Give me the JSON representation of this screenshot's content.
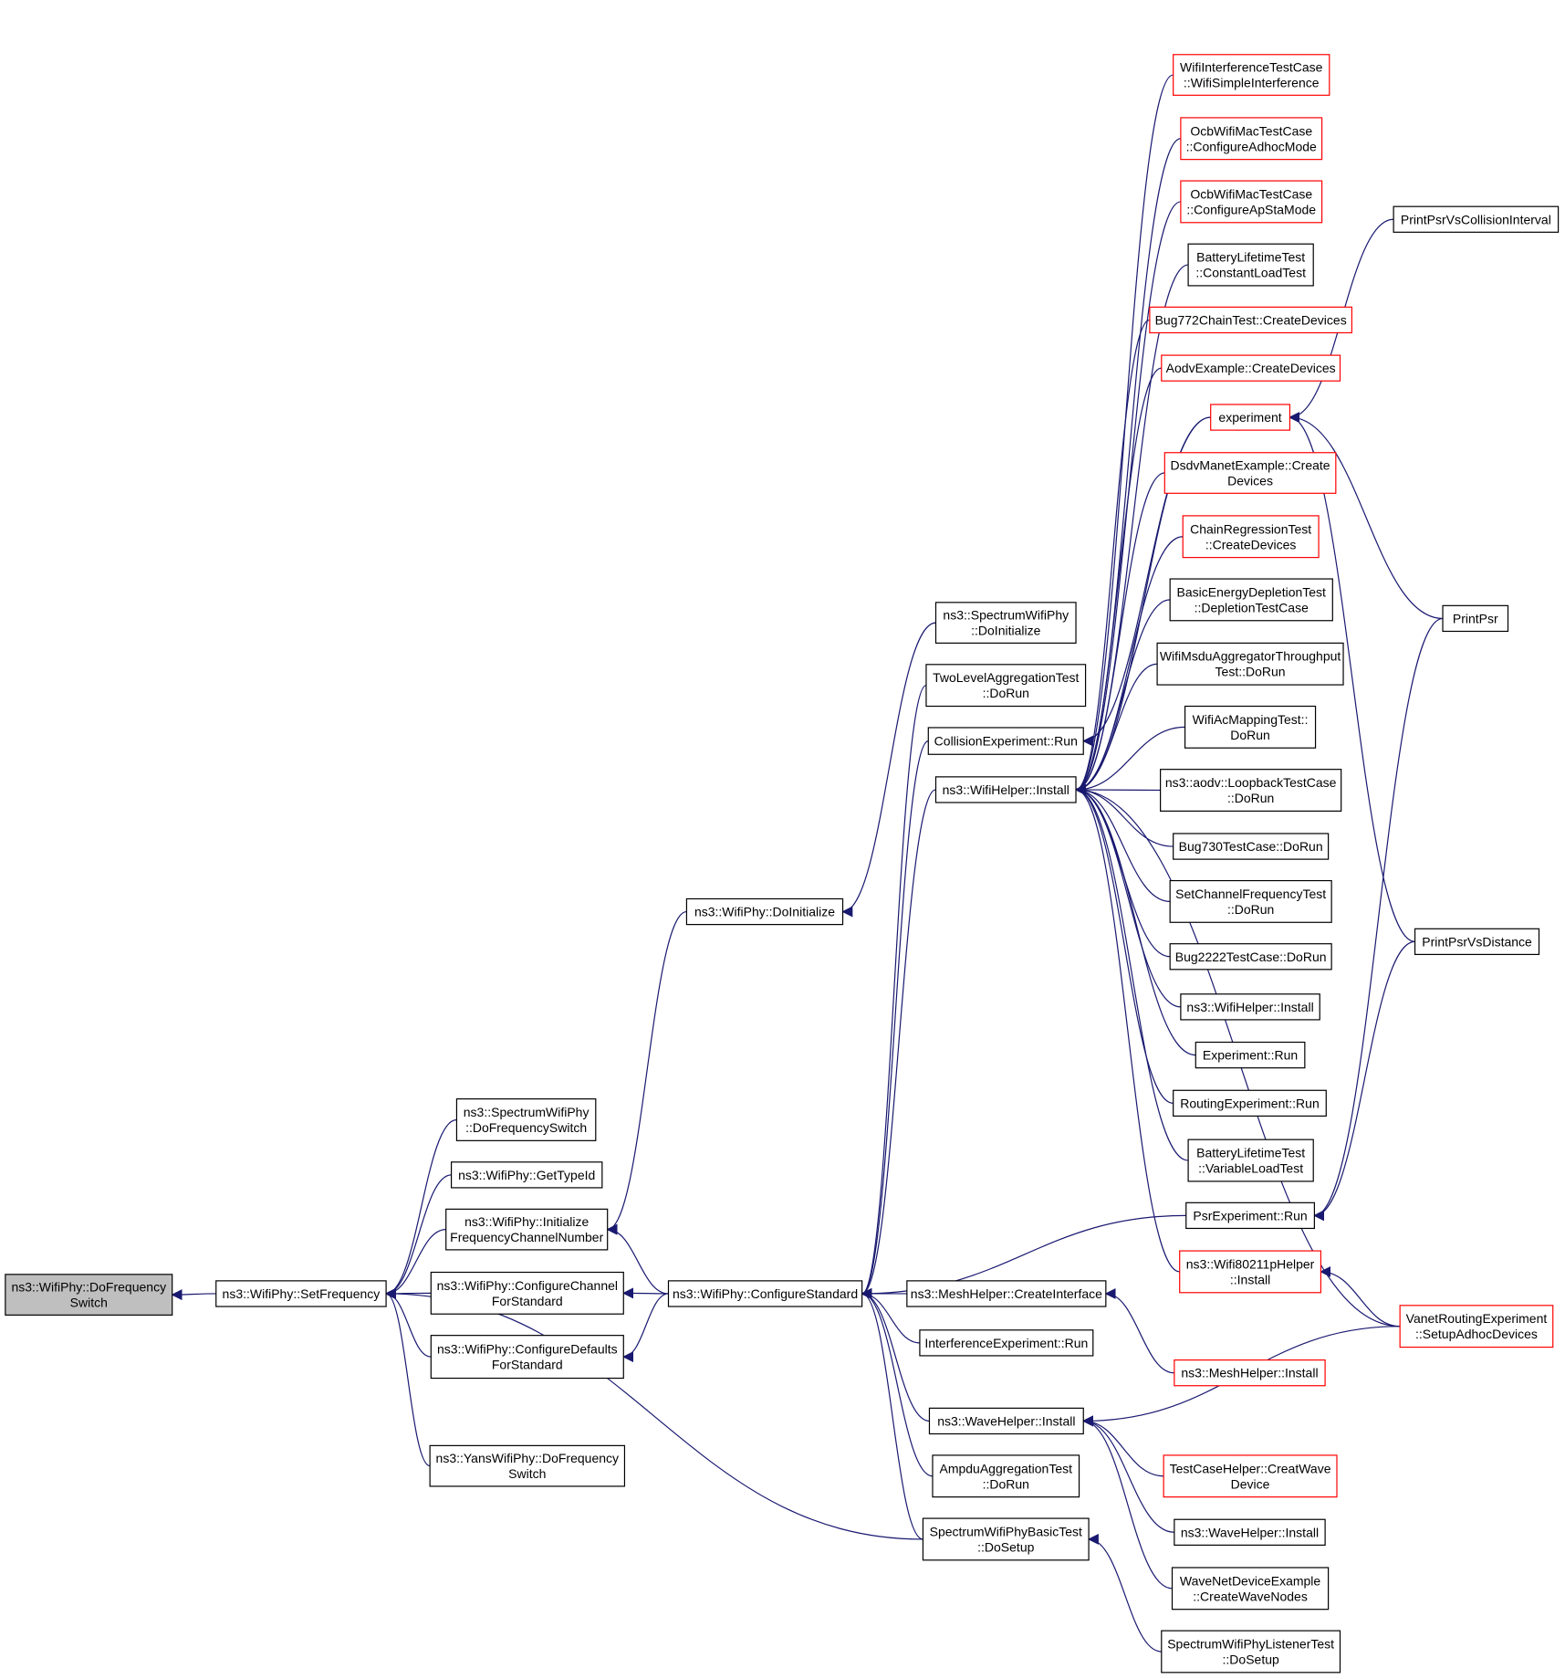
{
  "colors": {
    "edge": "#191970",
    "node_border_black": "#000000",
    "node_border_red": "#ff0000",
    "root_fill": "#bfbfbf",
    "node_fill": "#ffffff"
  },
  "nodes": [
    {
      "id": "root",
      "lines": [
        "ns3::WifiPhy::DoFrequency",
        "Switch"
      ],
      "border": "black",
      "root": true
    },
    {
      "id": "setfreq",
      "lines": [
        "ns3::WifiPhy::SetFrequency"
      ],
      "border": "black"
    },
    {
      "id": "spec_dofs",
      "lines": [
        "ns3::SpectrumWifiPhy",
        "::DoFrequencySwitch"
      ],
      "border": "black"
    },
    {
      "id": "gettypeid",
      "lines": [
        "ns3::WifiPhy::GetTypeId"
      ],
      "border": "black"
    },
    {
      "id": "initfcn",
      "lines": [
        "ns3::WifiPhy::Initialize",
        "FrequencyChannelNumber"
      ],
      "border": "black"
    },
    {
      "id": "confchan",
      "lines": [
        "ns3::WifiPhy::ConfigureChannel",
        "ForStandard"
      ],
      "border": "black"
    },
    {
      "id": "confdef",
      "lines": [
        "ns3::WifiPhy::ConfigureDefaults",
        "ForStandard"
      ],
      "border": "black"
    },
    {
      "id": "yans_dofs",
      "lines": [
        "ns3::YansWifiPhy::DoFrequency",
        "Switch"
      ],
      "border": "black"
    },
    {
      "id": "doinit",
      "lines": [
        "ns3::WifiPhy::DoInitialize"
      ],
      "border": "black"
    },
    {
      "id": "confstd",
      "lines": [
        "ns3::WifiPhy::ConfigureStandard"
      ],
      "border": "black"
    },
    {
      "id": "spec_doinit",
      "lines": [
        "ns3::SpectrumWifiPhy",
        "::DoInitialize"
      ],
      "border": "black"
    },
    {
      "id": "twolevel",
      "lines": [
        "TwoLevelAggregationTest",
        "::DoRun"
      ],
      "border": "black"
    },
    {
      "id": "collexp",
      "lines": [
        "CollisionExperiment::Run"
      ],
      "border": "black"
    },
    {
      "id": "wifihelper",
      "lines": [
        "ns3::WifiHelper::Install"
      ],
      "border": "black"
    },
    {
      "id": "meshcreate",
      "lines": [
        "ns3::MeshHelper::CreateInterface"
      ],
      "border": "black"
    },
    {
      "id": "interfexp",
      "lines": [
        "InterferenceExperiment::Run"
      ],
      "border": "black"
    },
    {
      "id": "wavehelper",
      "lines": [
        "ns3::WaveHelper::Install"
      ],
      "border": "black"
    },
    {
      "id": "ampdu",
      "lines": [
        "AmpduAggregationTest",
        "::DoRun"
      ],
      "border": "black"
    },
    {
      "id": "specbasic",
      "lines": [
        "SpectrumWifiPhyBasicTest",
        "::DoSetup"
      ],
      "border": "black"
    },
    {
      "id": "wifiinterf",
      "lines": [
        "WifiInterferenceTestCase",
        "::WifiSimpleInterference"
      ],
      "border": "red"
    },
    {
      "id": "ocbadhoc",
      "lines": [
        "OcbWifiMacTestCase",
        "::ConfigureAdhocMode"
      ],
      "border": "red"
    },
    {
      "id": "ocbapsta",
      "lines": [
        "OcbWifiMacTestCase",
        "::ConfigureApStaMode"
      ],
      "border": "red"
    },
    {
      "id": "battconst",
      "lines": [
        "BatteryLifetimeTest",
        "::ConstantLoadTest"
      ],
      "border": "black"
    },
    {
      "id": "bug772",
      "lines": [
        "Bug772ChainTest::CreateDevices"
      ],
      "border": "red"
    },
    {
      "id": "aodvex",
      "lines": [
        "AodvExample::CreateDevices"
      ],
      "border": "red"
    },
    {
      "id": "experiment",
      "lines": [
        "experiment"
      ],
      "border": "red"
    },
    {
      "id": "dsdv",
      "lines": [
        "DsdvManetExample::Create",
        "Devices"
      ],
      "border": "red"
    },
    {
      "id": "chainreg",
      "lines": [
        "ChainRegressionTest",
        "::CreateDevices"
      ],
      "border": "red"
    },
    {
      "id": "basicenergy",
      "lines": [
        "BasicEnergyDepletionTest",
        "::DepletionTestCase"
      ],
      "border": "black"
    },
    {
      "id": "msdu",
      "lines": [
        "WifiMsduAggregatorThroughput",
        "Test::DoRun"
      ],
      "border": "black"
    },
    {
      "id": "acmap",
      "lines": [
        "WifiAcMappingTest::",
        "DoRun"
      ],
      "border": "black"
    },
    {
      "id": "aodvloop",
      "lines": [
        "ns3::aodv::LoopbackTestCase",
        "::DoRun"
      ],
      "border": "black"
    },
    {
      "id": "bug730",
      "lines": [
        "Bug730TestCase::DoRun"
      ],
      "border": "black"
    },
    {
      "id": "setchanfreq",
      "lines": [
        "SetChannelFrequencyTest",
        "::DoRun"
      ],
      "border": "black"
    },
    {
      "id": "bug2222",
      "lines": [
        "Bug2222TestCase::DoRun"
      ],
      "border": "black"
    },
    {
      "id": "wifihelper2",
      "lines": [
        "ns3::WifiHelper::Install"
      ],
      "border": "black"
    },
    {
      "id": "exprun",
      "lines": [
        "Experiment::Run"
      ],
      "border": "black"
    },
    {
      "id": "routexp",
      "lines": [
        "RoutingExperiment::Run"
      ],
      "border": "black"
    },
    {
      "id": "battvar",
      "lines": [
        "BatteryLifetimeTest",
        "::VariableLoadTest"
      ],
      "border": "black"
    },
    {
      "id": "psrexp",
      "lines": [
        "PsrExperiment::Run"
      ],
      "border": "black"
    },
    {
      "id": "wifi80211p",
      "lines": [
        "ns3::Wifi80211pHelper",
        "::Install"
      ],
      "border": "red"
    },
    {
      "id": "meshinstall",
      "lines": [
        "ns3::MeshHelper::Install"
      ],
      "border": "red"
    },
    {
      "id": "testcasehelper",
      "lines": [
        "TestCaseHelper::CreatWave",
        "Device"
      ],
      "border": "red"
    },
    {
      "id": "wavehelper2",
      "lines": [
        "ns3::WaveHelper::Install"
      ],
      "border": "black"
    },
    {
      "id": "wavenet",
      "lines": [
        "WaveNetDeviceExample",
        "::CreateWaveNodes"
      ],
      "border": "black"
    },
    {
      "id": "speclistener",
      "lines": [
        "SpectrumWifiPhyListenerTest",
        "::DoSetup"
      ],
      "border": "black"
    },
    {
      "id": "printpsrcoll",
      "lines": [
        "PrintPsrVsCollisionInterval"
      ],
      "border": "black"
    },
    {
      "id": "printpsr",
      "lines": [
        "PrintPsr"
      ],
      "border": "black"
    },
    {
      "id": "printpsrdist",
      "lines": [
        "PrintPsrVsDistance"
      ],
      "border": "black"
    },
    {
      "id": "vanet",
      "lines": [
        "VanetRoutingExperiment",
        "::SetupAdhocDevices"
      ],
      "border": "red"
    }
  ],
  "edges": [
    [
      "setfreq",
      "root"
    ],
    [
      "spec_dofs",
      "setfreq"
    ],
    [
      "gettypeid",
      "setfreq"
    ],
    [
      "initfcn",
      "setfreq"
    ],
    [
      "confchan",
      "setfreq"
    ],
    [
      "confdef",
      "setfreq"
    ],
    [
      "yans_dofs",
      "setfreq"
    ],
    [
      "specbasic",
      "setfreq"
    ],
    [
      "doinit",
      "initfcn"
    ],
    [
      "confstd",
      "initfcn"
    ],
    [
      "confstd",
      "confchan"
    ],
    [
      "confstd",
      "confdef"
    ],
    [
      "spec_doinit",
      "doinit"
    ],
    [
      "twolevel",
      "confstd"
    ],
    [
      "collexp",
      "confstd"
    ],
    [
      "wifihelper",
      "confstd"
    ],
    [
      "meshcreate",
      "confstd"
    ],
    [
      "interfexp",
      "confstd"
    ],
    [
      "wavehelper",
      "confstd"
    ],
    [
      "ampdu",
      "confstd"
    ],
    [
      "specbasic",
      "confstd"
    ],
    [
      "psrexp",
      "confstd"
    ],
    [
      "experiment",
      "collexp"
    ],
    [
      "wifiinterf",
      "wifihelper"
    ],
    [
      "ocbadhoc",
      "wifihelper"
    ],
    [
      "ocbapsta",
      "wifihelper"
    ],
    [
      "battconst",
      "wifihelper"
    ],
    [
      "bug772",
      "wifihelper"
    ],
    [
      "aodvex",
      "wifihelper"
    ],
    [
      "experiment",
      "wifihelper"
    ],
    [
      "dsdv",
      "wifihelper"
    ],
    [
      "chainreg",
      "wifihelper"
    ],
    [
      "basicenergy",
      "wifihelper"
    ],
    [
      "msdu",
      "wifihelper"
    ],
    [
      "acmap",
      "wifihelper"
    ],
    [
      "aodvloop",
      "wifihelper"
    ],
    [
      "bug730",
      "wifihelper"
    ],
    [
      "setchanfreq",
      "wifihelper"
    ],
    [
      "bug2222",
      "wifihelper"
    ],
    [
      "wifihelper2",
      "wifihelper"
    ],
    [
      "exprun",
      "wifihelper"
    ],
    [
      "routexp",
      "wifihelper"
    ],
    [
      "battvar",
      "wifihelper"
    ],
    [
      "wifi80211p",
      "wifihelper"
    ],
    [
      "vanet",
      "wifihelper"
    ],
    [
      "meshinstall",
      "meshcreate"
    ],
    [
      "testcasehelper",
      "wavehelper"
    ],
    [
      "wavehelper2",
      "wavehelper"
    ],
    [
      "wavenet",
      "wavehelper"
    ],
    [
      "vanet",
      "wavehelper"
    ],
    [
      "speclistener",
      "specbasic"
    ],
    [
      "printpsrcoll",
      "experiment"
    ],
    [
      "printpsr",
      "experiment"
    ],
    [
      "printpsrdist",
      "experiment"
    ],
    [
      "printpsr",
      "psrexp"
    ],
    [
      "printpsrdist",
      "psrexp"
    ],
    [
      "vanet",
      "wifi80211p"
    ]
  ]
}
